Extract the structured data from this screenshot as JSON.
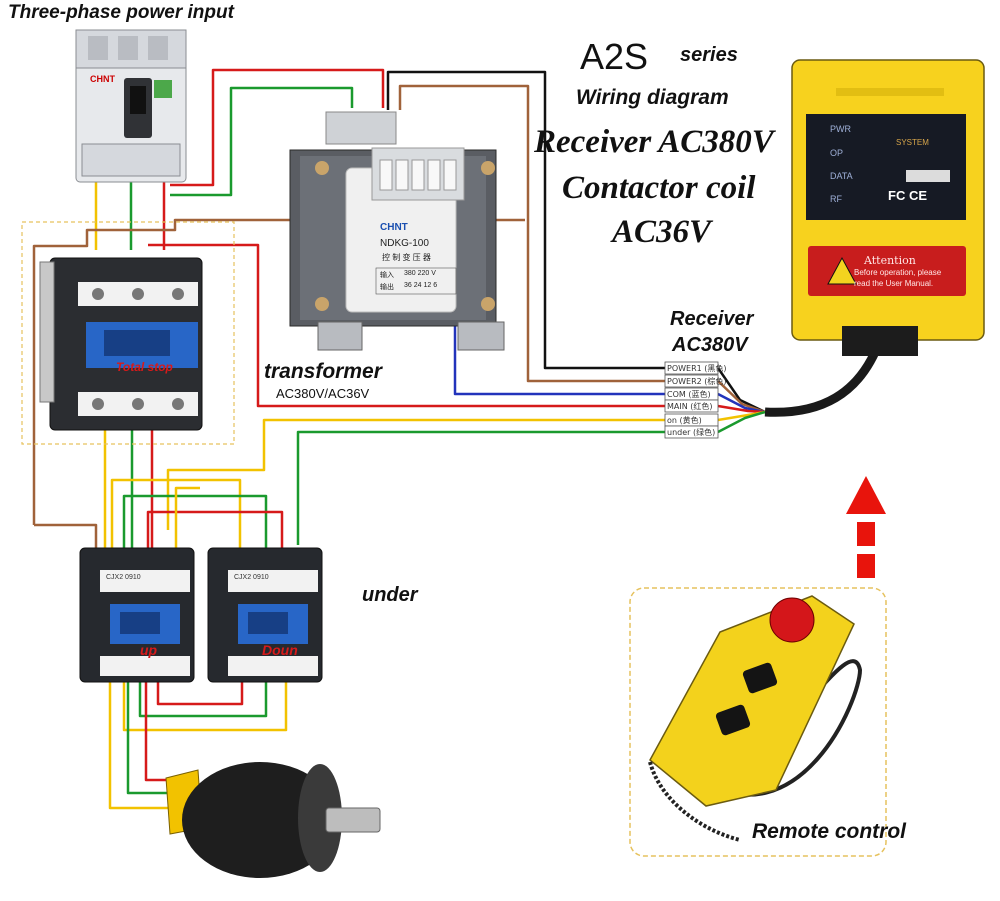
{
  "title": {
    "power_input": "Three-phase power input",
    "model": "A2S",
    "series": "series",
    "wiring": "Wiring diagram",
    "receiver_volts": "Receiver AC380V",
    "coil_line1": "Contactor coil",
    "coil_line2": "AC36V"
  },
  "breaker": {
    "brand": "CHNT"
  },
  "main_contactor": {
    "label": "Total stop"
  },
  "transformer": {
    "label": "transformer",
    "spec": "AC380V/AC36V",
    "brand": "CHNT",
    "model": "NDKG-100",
    "sub": "控 制 变 压 器",
    "row1_label": "输入",
    "row1_val": "380 220 V",
    "row2_label": "输出",
    "row2_val": "36  24  12  6"
  },
  "receiver": {
    "label_line1": "Receiver",
    "label_line2": "AC380V",
    "panel_title": "SYSTEM",
    "leds": [
      "PWR",
      "OP",
      "DATA",
      "RF"
    ],
    "cert": "FC CE",
    "attention_title": "Attention",
    "attention_line1": "Before operation, please",
    "attention_line2": "read the User Manual.",
    "pins": [
      "POWER1 (黑色)",
      "POWER2 (棕色)",
      "COM (蓝色)",
      "MAIN (红色)",
      "on (黄色)",
      "under (绿色)"
    ]
  },
  "contactors": {
    "under_label": "under",
    "up": "up",
    "down": "Doun",
    "model": "CJX2 0910"
  },
  "remote": {
    "label": "Remote control"
  },
  "colors": {
    "yellow": "#f2c200",
    "green": "#1a9a2e",
    "red": "#d61a1a",
    "brown": "#a0623a",
    "black": "#111111",
    "blue": "#2233bb",
    "receiver_body": "#f7d21e",
    "arrow": "#e8140c"
  }
}
